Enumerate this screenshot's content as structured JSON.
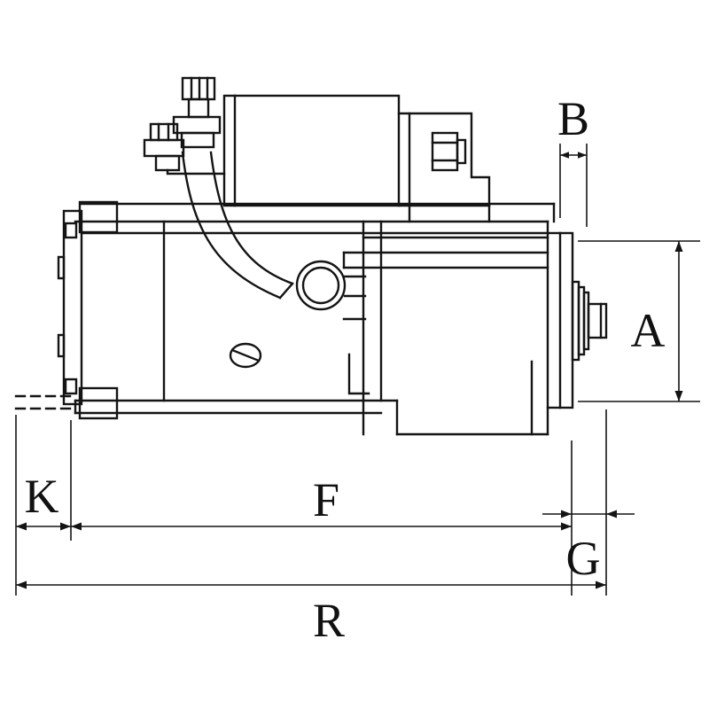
{
  "diagram": {
    "description": "Technical line drawing of a starter motor, side view, with dimension callouts",
    "labels": {
      "a": "A",
      "b": "B",
      "f": "F",
      "g": "G",
      "k": "K",
      "r": "R"
    }
  }
}
